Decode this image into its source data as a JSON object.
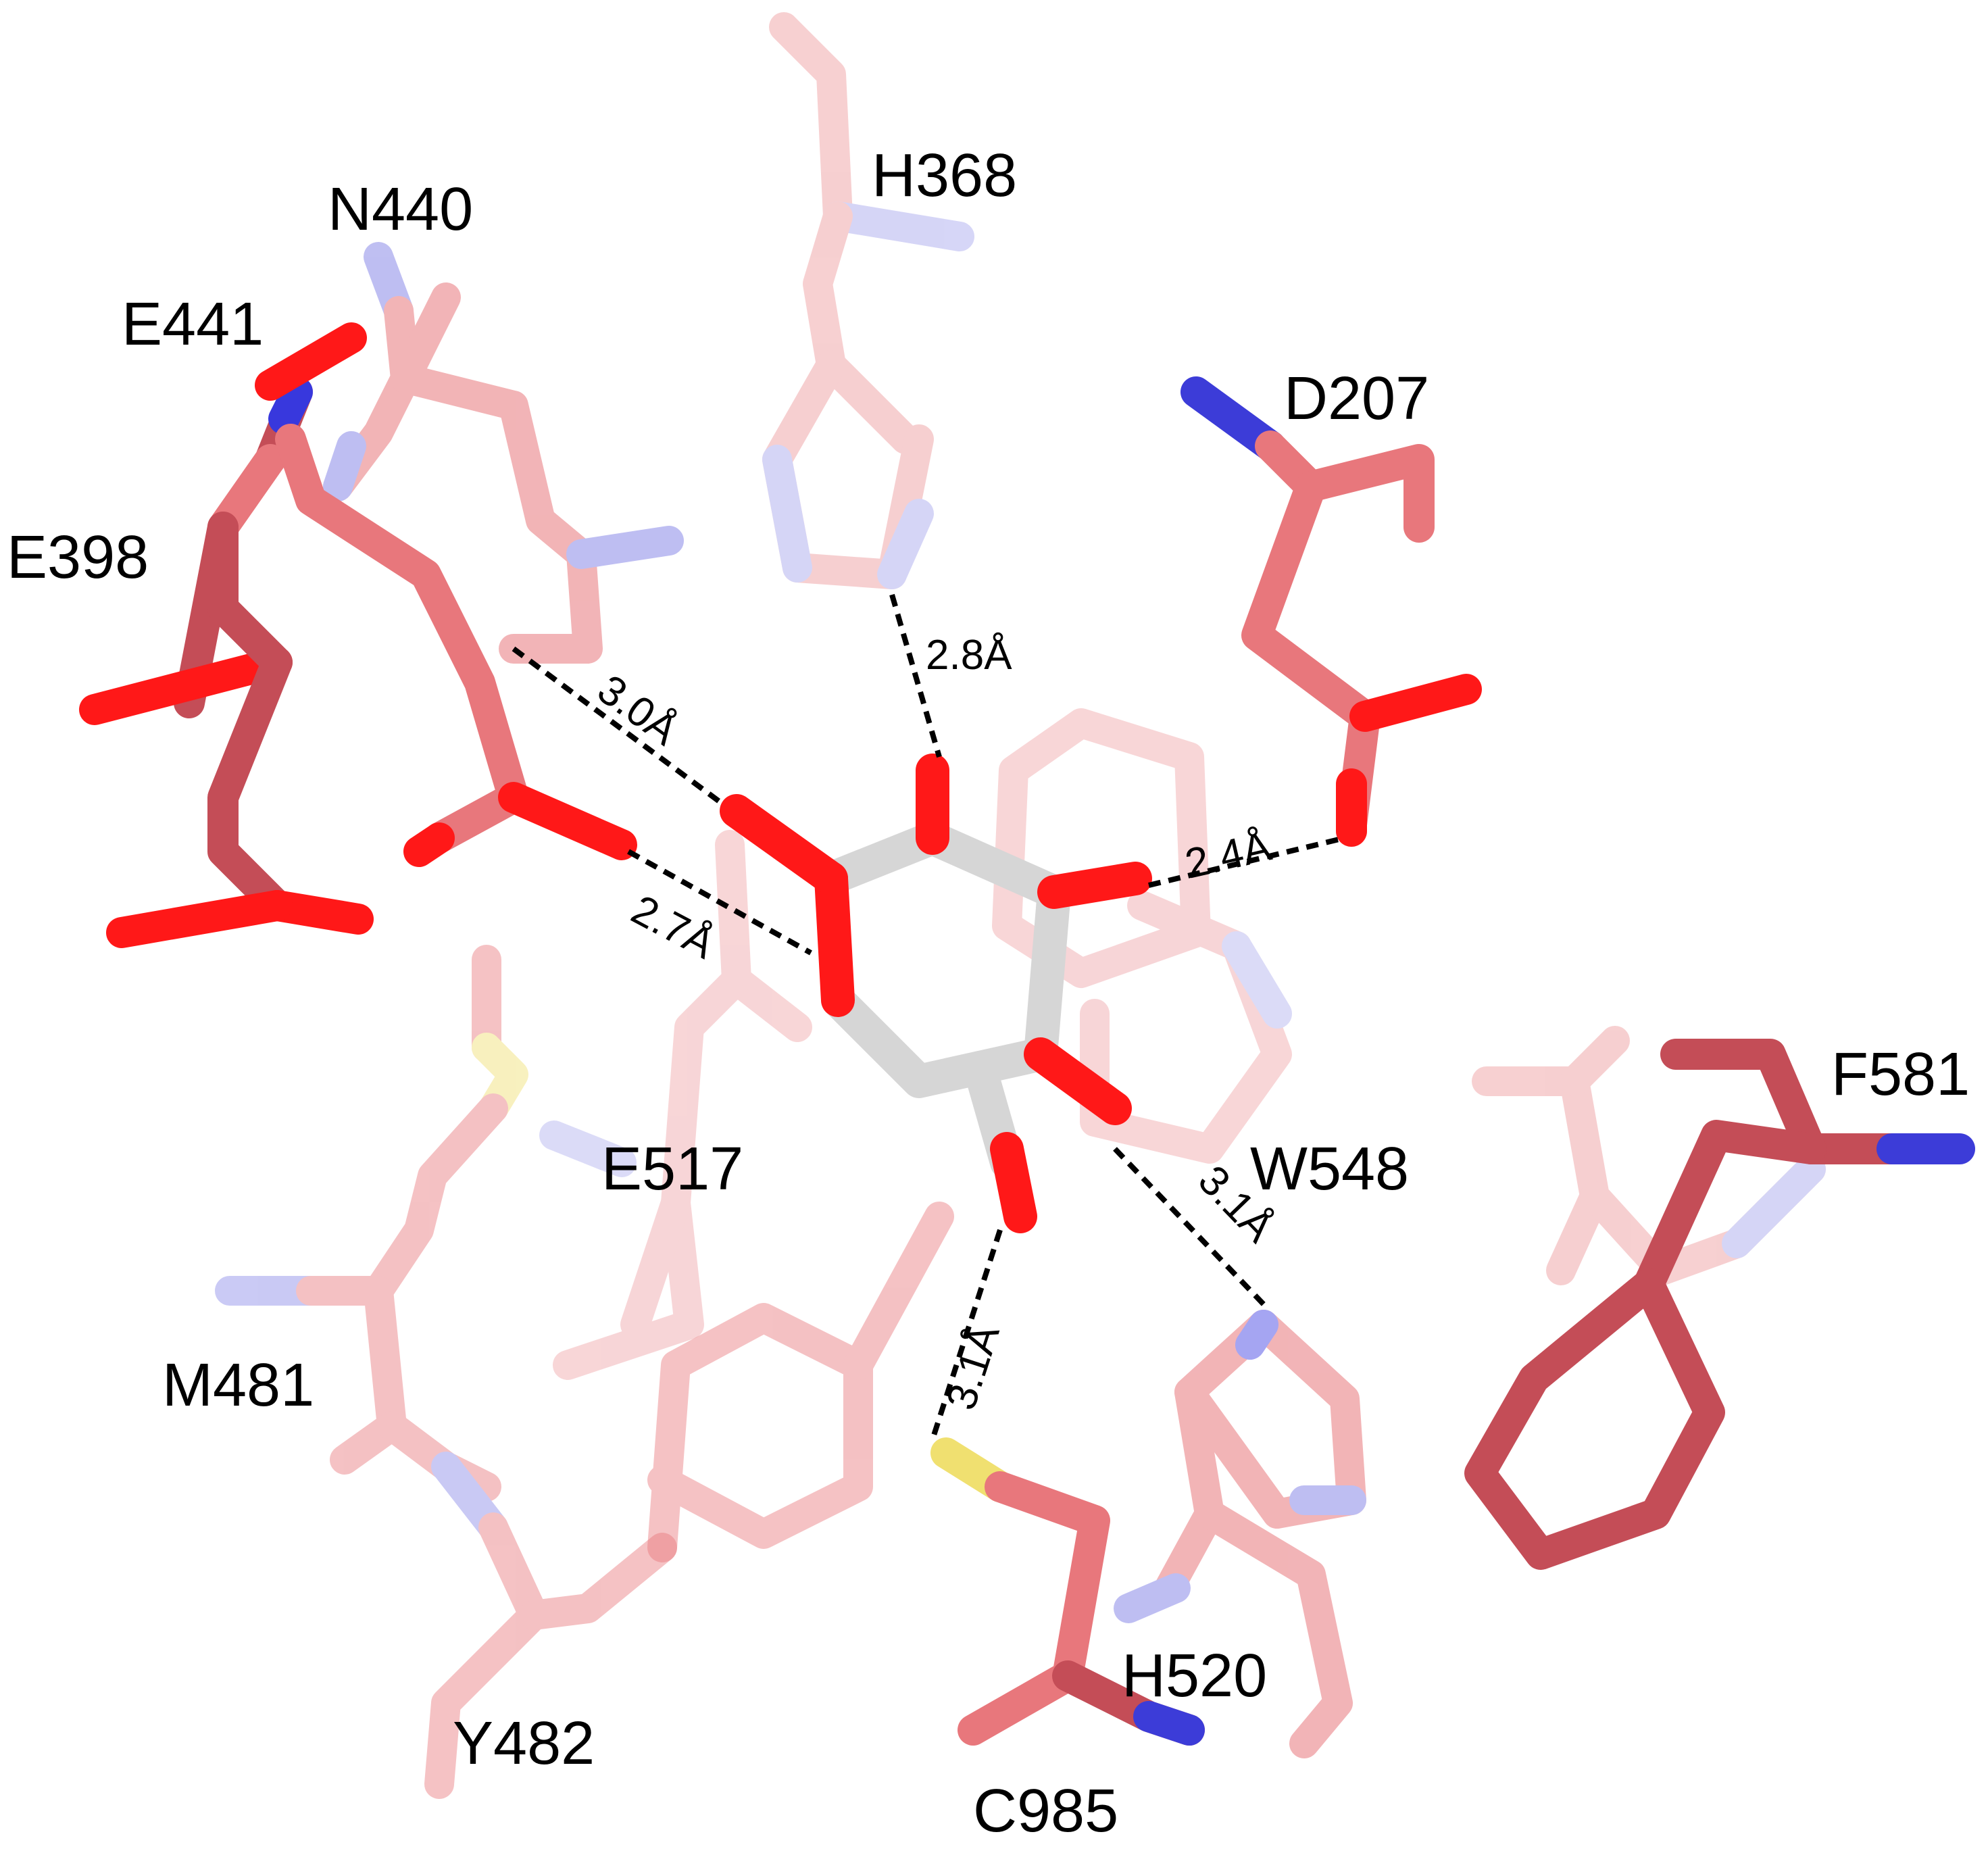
{
  "residue_labels": {
    "h368": "H368",
    "n440": "N440",
    "e441": "E441",
    "d207": "D207",
    "e398": "E398",
    "f581": "F581",
    "e517": "E517",
    "w548": "W548",
    "m481": "M481",
    "h520": "H520",
    "y482": "Y482",
    "c985": "C985"
  },
  "distance_labels": {
    "d_h368": "2.8Å",
    "d_n440": "3.0Å",
    "d_d207": "2.4Å",
    "d_e398": "2.7Å",
    "d_c985": "3.1Å",
    "d_h520": "3.1Å"
  },
  "colors": {
    "carbon_protein": "#e8777c",
    "carbon_protein_dark": "#c44d57",
    "carbon_ligand": "#cfcfcf",
    "oxygen": "#ff1010",
    "nitrogen": "#3c3ce0",
    "sulfur": "#f0e070",
    "hbond": "#000000"
  }
}
